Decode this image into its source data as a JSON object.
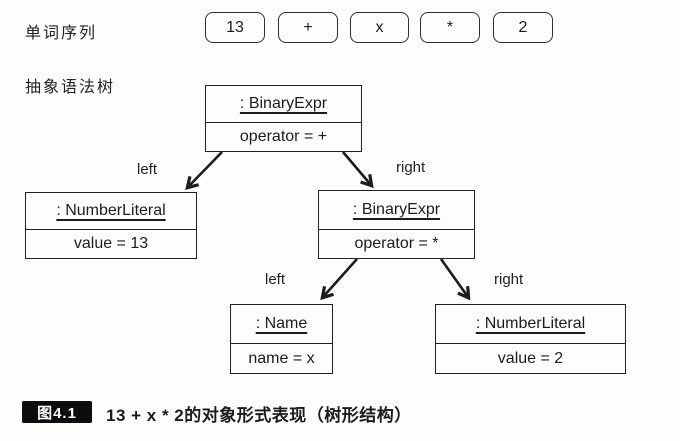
{
  "figure": {
    "token_section": {
      "label": "单词序列",
      "tokens": [
        "13",
        "+",
        "x",
        "*",
        "2"
      ]
    },
    "tree_section": {
      "label": "抽象语法树",
      "nodes": [
        {
          "title": ": BinaryExpr",
          "attribute": "operator = +"
        },
        {
          "title": ": NumberLiteral",
          "attribute": "value = 13"
        },
        {
          "title": ": BinaryExpr",
          "attribute": "operator = *"
        },
        {
          "title": ": Name",
          "attribute": "name = x"
        },
        {
          "title": ": NumberLiteral",
          "attribute": "value = 2"
        }
      ],
      "edge_labels": [
        "left",
        "right",
        "left",
        "right"
      ]
    },
    "caption": {
      "badge": "图4.1",
      "text": "13 + x * 2的对象形式表现（树形结构）"
    },
    "colors": {
      "ink": "#1c1c1c",
      "background": "#fdfdfc"
    }
  }
}
